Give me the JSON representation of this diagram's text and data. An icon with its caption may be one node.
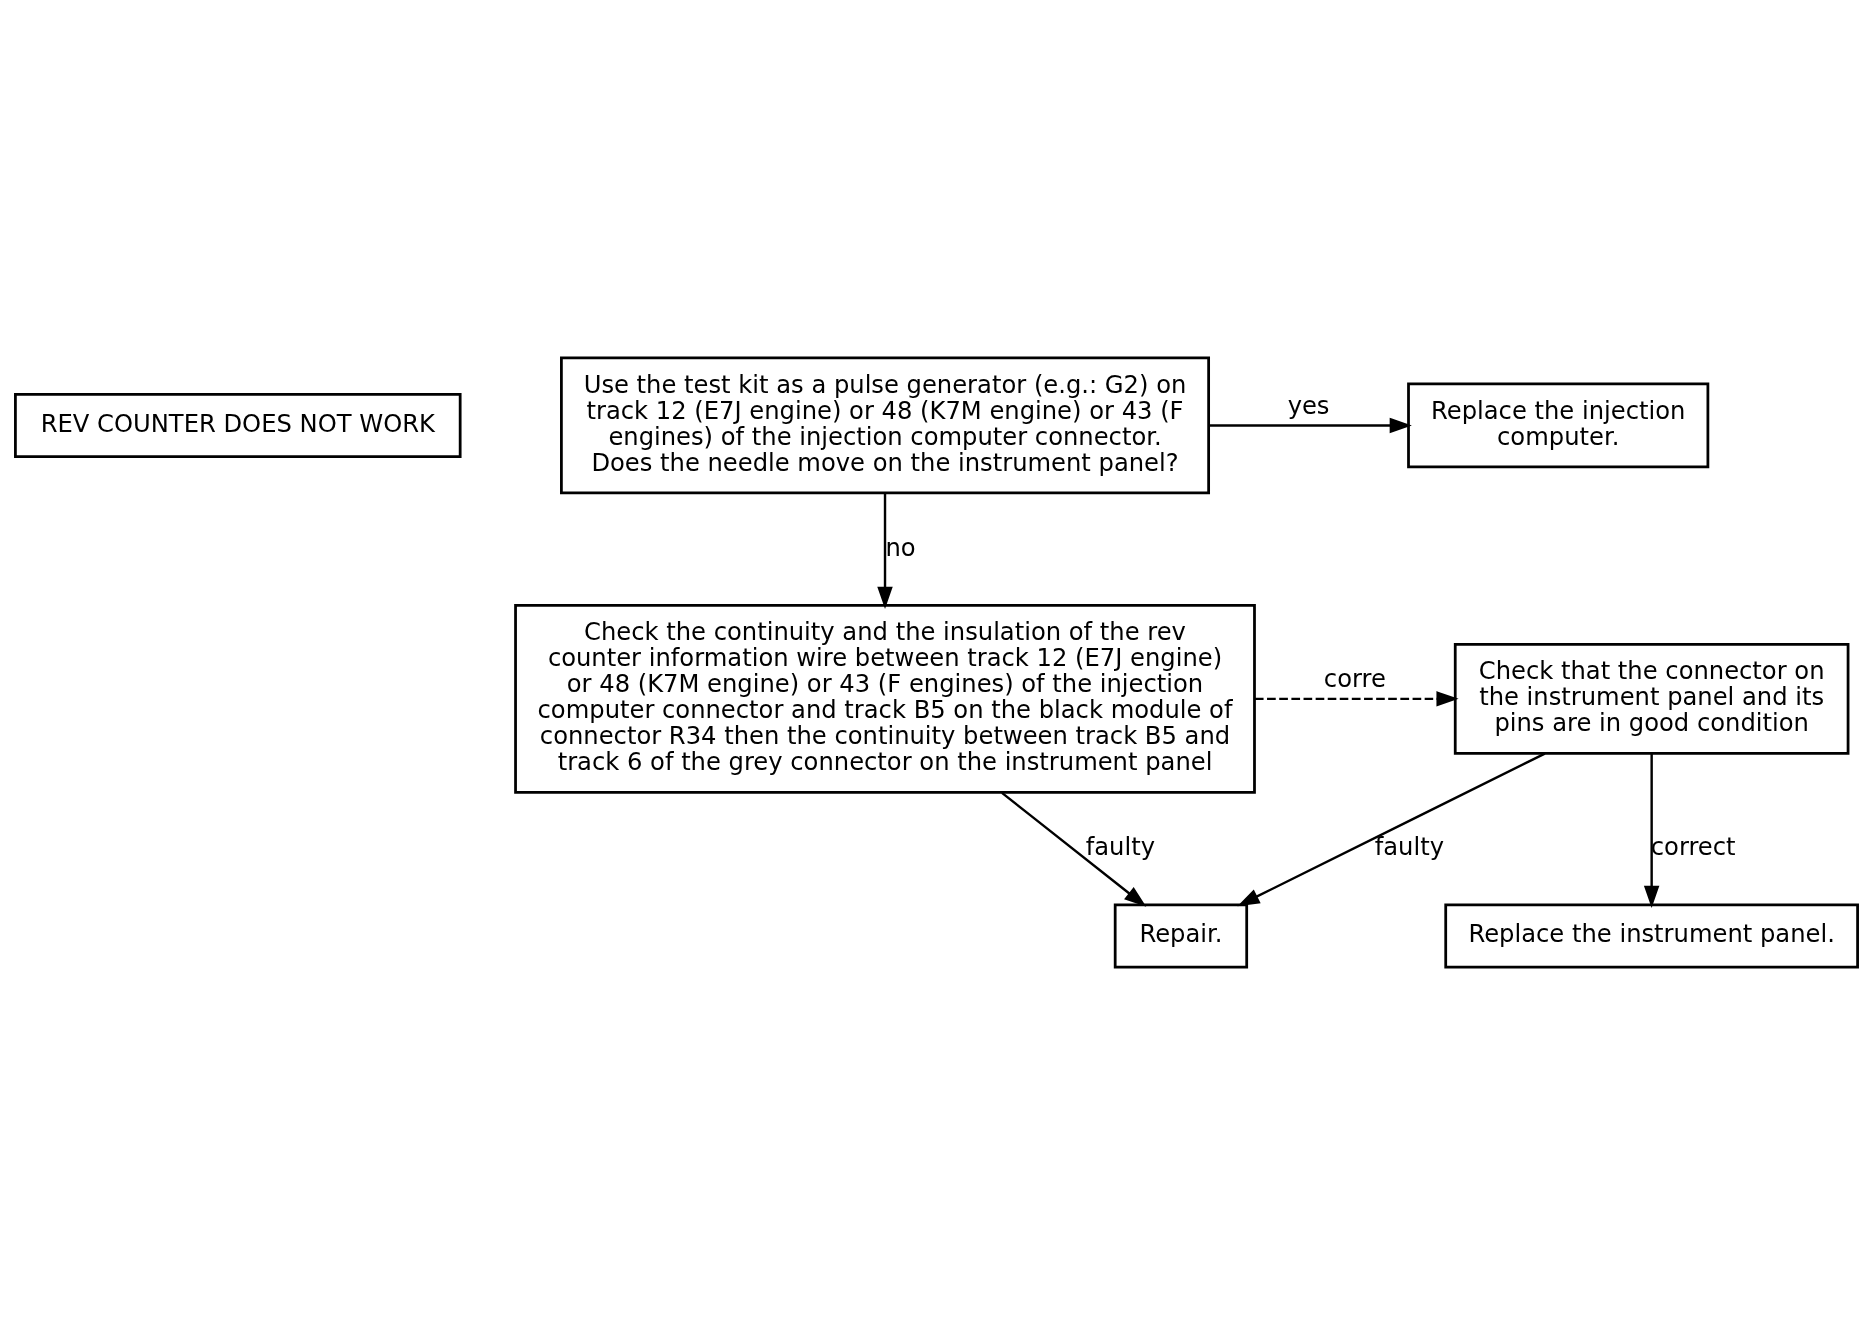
{
  "diagram": {
    "nodes": [
      {
        "text": [
          "REV COUNTER DOES NOT WORK"
        ]
      },
      {
        "text": [
          "Use the test kit as a pulse generator (e.g.: G2) on track 12 (E7J engine) or 48 (K7M engine) or 43 (F engines) of the injection computer connector.",
          "Does the needle move on the instrument panel?"
        ]
      },
      {
        "text": [
          "Replace the injection computer."
        ]
      },
      {
        "text": [
          "Check the continuity and the insulation of the rev counter information wire between track 12 (E7J engine) or 48 (K7M engine) or 43 (F engines) of the injection computer connector and track B5 on the black module of connector R34 then the continuity between track B5 and track 6 of the grey connector on the instrument panel"
        ]
      },
      {
        "text": [
          "Check that the connector on the instrument panel and its pins are in good condition"
        ]
      },
      {
        "text": [
          "Repair."
        ]
      },
      {
        "text": [
          "Replace the instrument panel."
        ]
      }
    ],
    "edges": [
      {
        "from": 1,
        "to": 2,
        "arrow": "to",
        "label": "yes"
      },
      {
        "from": 1,
        "to": 3,
        "arrow": "to",
        "label": "no"
      },
      {
        "from": 3,
        "to": 4,
        "arrow": "to",
        "label": "corre",
        "style": "dashed"
      },
      {
        "from": 3,
        "to": 5,
        "arrow": "to",
        "label": "faulty"
      },
      {
        "from": 4,
        "to": 5,
        "arrow": "to",
        "label": "faulty"
      },
      {
        "from": 4,
        "to": 6,
        "arrow": "to",
        "label": "correct"
      }
    ]
  }
}
